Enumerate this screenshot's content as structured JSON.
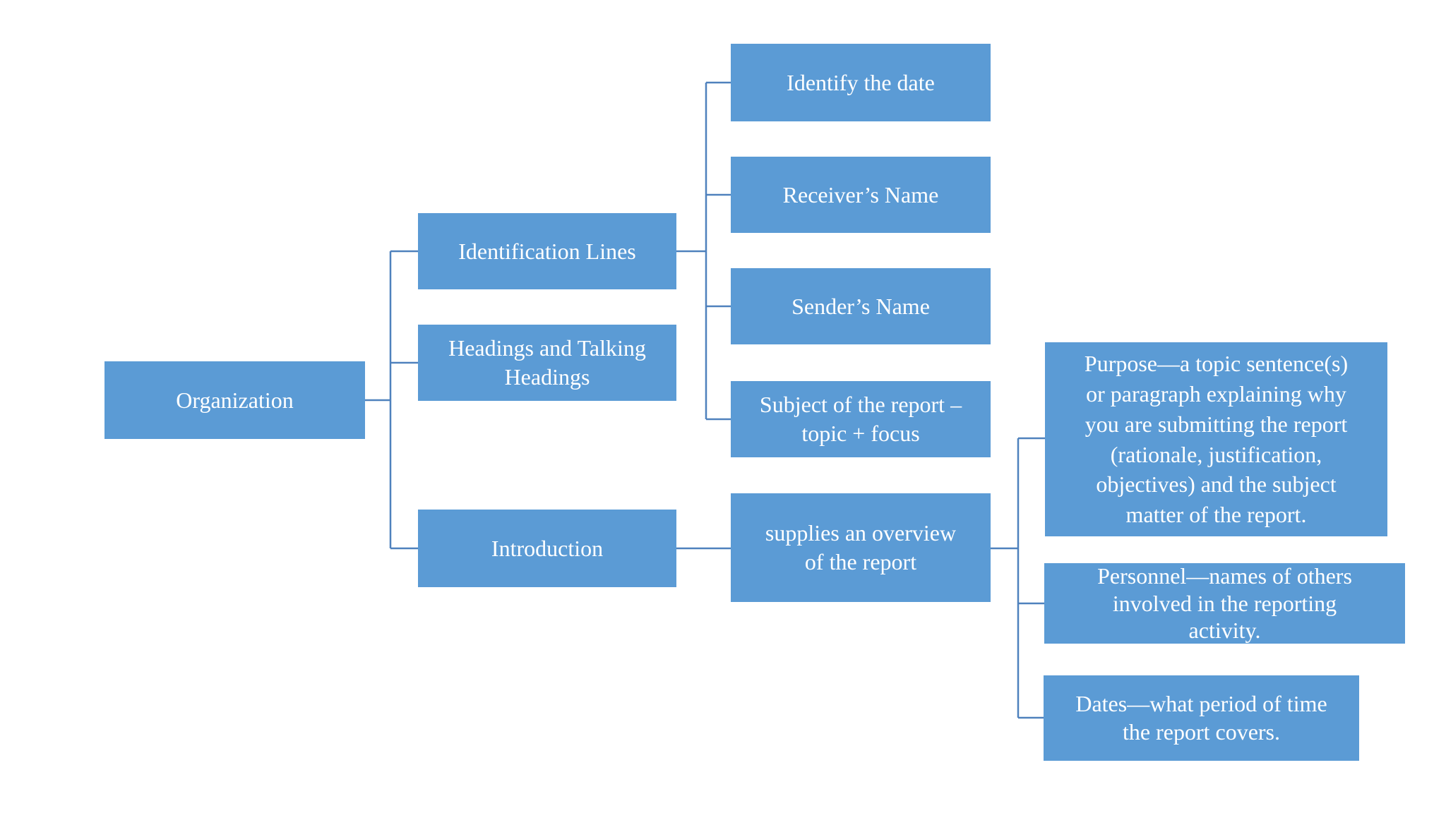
{
  "diagram": {
    "type": "hierarchy",
    "nodes": [
      {
        "id": "organization",
        "label": "Organization",
        "parent": null
      },
      {
        "id": "identification-lines",
        "label": "Identification Lines",
        "parent": "organization"
      },
      {
        "id": "headings-and-talking-headings",
        "label": "Headings and Talking\nHeadings",
        "parent": "organization"
      },
      {
        "id": "introduction",
        "label": "Introduction",
        "parent": "organization"
      },
      {
        "id": "identify-the-date",
        "label": "Identify the date",
        "parent": "identification-lines"
      },
      {
        "id": "receivers-name",
        "label": "Receiver’s Name",
        "parent": "identification-lines"
      },
      {
        "id": "senders-name",
        "label": "Sender’s Name",
        "parent": "identification-lines"
      },
      {
        "id": "subject-of-the-report",
        "label": "Subject of the report –\ntopic + focus",
        "parent": "identification-lines"
      },
      {
        "id": "overview-of-the-report",
        "label": "supplies an overview\nof the report",
        "parent": "introduction"
      },
      {
        "id": "purpose",
        "label": "Purpose—a topic sentence(s)\nor paragraph explaining why\nyou are submitting the report\n(rationale, justification,\nobjectives) and the subject\nmatter of the report.",
        "parent": "overview-of-the-report"
      },
      {
        "id": "personnel",
        "label": "Personnel—names of others\ninvolved in the reporting\nactivity.",
        "parent": "overview-of-the-report"
      },
      {
        "id": "dates",
        "label": "Dates—what period of time\nthe report covers.",
        "parent": "overview-of-the-report"
      }
    ]
  },
  "colors": {
    "box_fill": "#5B9BD5",
    "connector": "#4F81BD",
    "text": "#FFFFFF",
    "background": "#FFFFFF"
  }
}
